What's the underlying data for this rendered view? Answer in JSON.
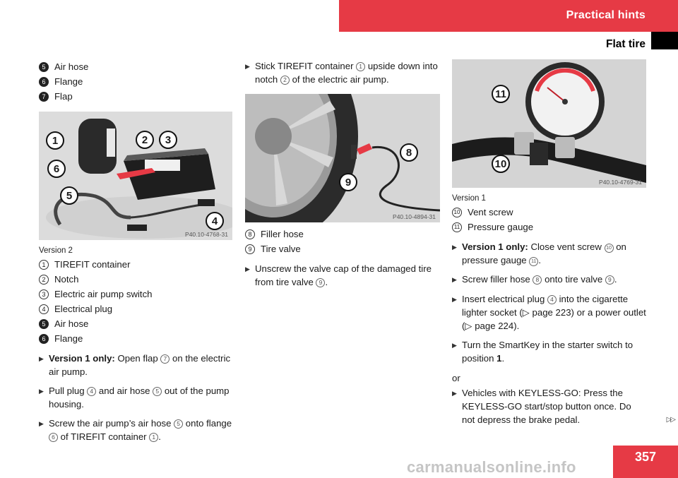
{
  "header": {
    "section": "Practical hints",
    "subtitle": "Flat tire"
  },
  "col1": {
    "legend_top": [
      {
        "num": "5",
        "label": "Air hose"
      },
      {
        "num": "6",
        "label": "Flange"
      },
      {
        "num": "7",
        "label": "Flap"
      }
    ],
    "figure": {
      "code": "P40.10-4768-31",
      "callouts": [
        "1",
        "2",
        "3",
        "6",
        "5",
        "4"
      ]
    },
    "version_label": "Version 2",
    "legend": [
      {
        "num": "1",
        "label": "TIREFIT container"
      },
      {
        "num": "2",
        "label": "Notch"
      },
      {
        "num": "3",
        "label": "Electric air pump switch"
      },
      {
        "num": "4",
        "label": "Electrical plug"
      },
      {
        "num": "5",
        "label": "Air hose"
      },
      {
        "num": "6",
        "label": "Flange"
      }
    ],
    "steps": [
      {
        "bold": "Version 1 only:",
        "a": " Open flap ",
        "n1": "7",
        "b": " on the electric air pump."
      },
      {
        "a": "Pull plug ",
        "n1": "4",
        "b": " and air hose ",
        "n2": "5",
        "c": " out of the pump housing."
      },
      {
        "a": "Screw the air pump’s air hose ",
        "n1": "5",
        "b": " onto flange ",
        "n2": "6",
        "c": " of TIREFIT container ",
        "n3": "1",
        "d": "."
      }
    ]
  },
  "col2": {
    "step1": {
      "a": "Stick TIREFIT container ",
      "n1": "1",
      "b": " upside down into notch ",
      "n2": "2",
      "c": " of the electric air pump."
    },
    "figure": {
      "code": "P40.10-4894-31",
      "callouts": [
        "8",
        "9"
      ]
    },
    "legend": [
      {
        "num": "8",
        "label": "Filler hose"
      },
      {
        "num": "9",
        "label": "Tire valve"
      }
    ],
    "step2": {
      "a": "Unscrew the valve cap of the damaged tire from tire valve ",
      "n1": "9",
      "b": "."
    }
  },
  "col3": {
    "figure": {
      "code": "P40.10-4769-31",
      "callouts": [
        "11",
        "10"
      ]
    },
    "version_label": "Version 1",
    "legend": [
      {
        "num": "10",
        "label": "Vent screw"
      },
      {
        "num": "11",
        "label": "Pressure gauge"
      }
    ],
    "steps": [
      {
        "bold": "Version 1 only:",
        "a": " Close vent screw ",
        "n1": "10",
        "b": " on pressure gauge ",
        "n2": "11",
        "c": "."
      },
      {
        "a": "Screw filler hose ",
        "n1": "8",
        "b": " onto tire valve ",
        "n2": "9",
        "c": "."
      },
      {
        "a": "Insert electrical plug ",
        "n1": "4",
        "b": " into the cigarette lighter socket (▷ page 223) or a power outlet (▷ page 224)."
      },
      {
        "a": "Turn the SmartKey in the starter switch to position ",
        "bold2": "1",
        "b": "."
      }
    ],
    "or": "or",
    "step_last": {
      "a": "Vehicles with KEYLESS-GO: Press the KEYLESS-GO start/stop button once. Do not depress the brake pedal."
    }
  },
  "footer": {
    "page": "357",
    "continue": "▷▷",
    "watermark": "carmanualsonline.info"
  }
}
